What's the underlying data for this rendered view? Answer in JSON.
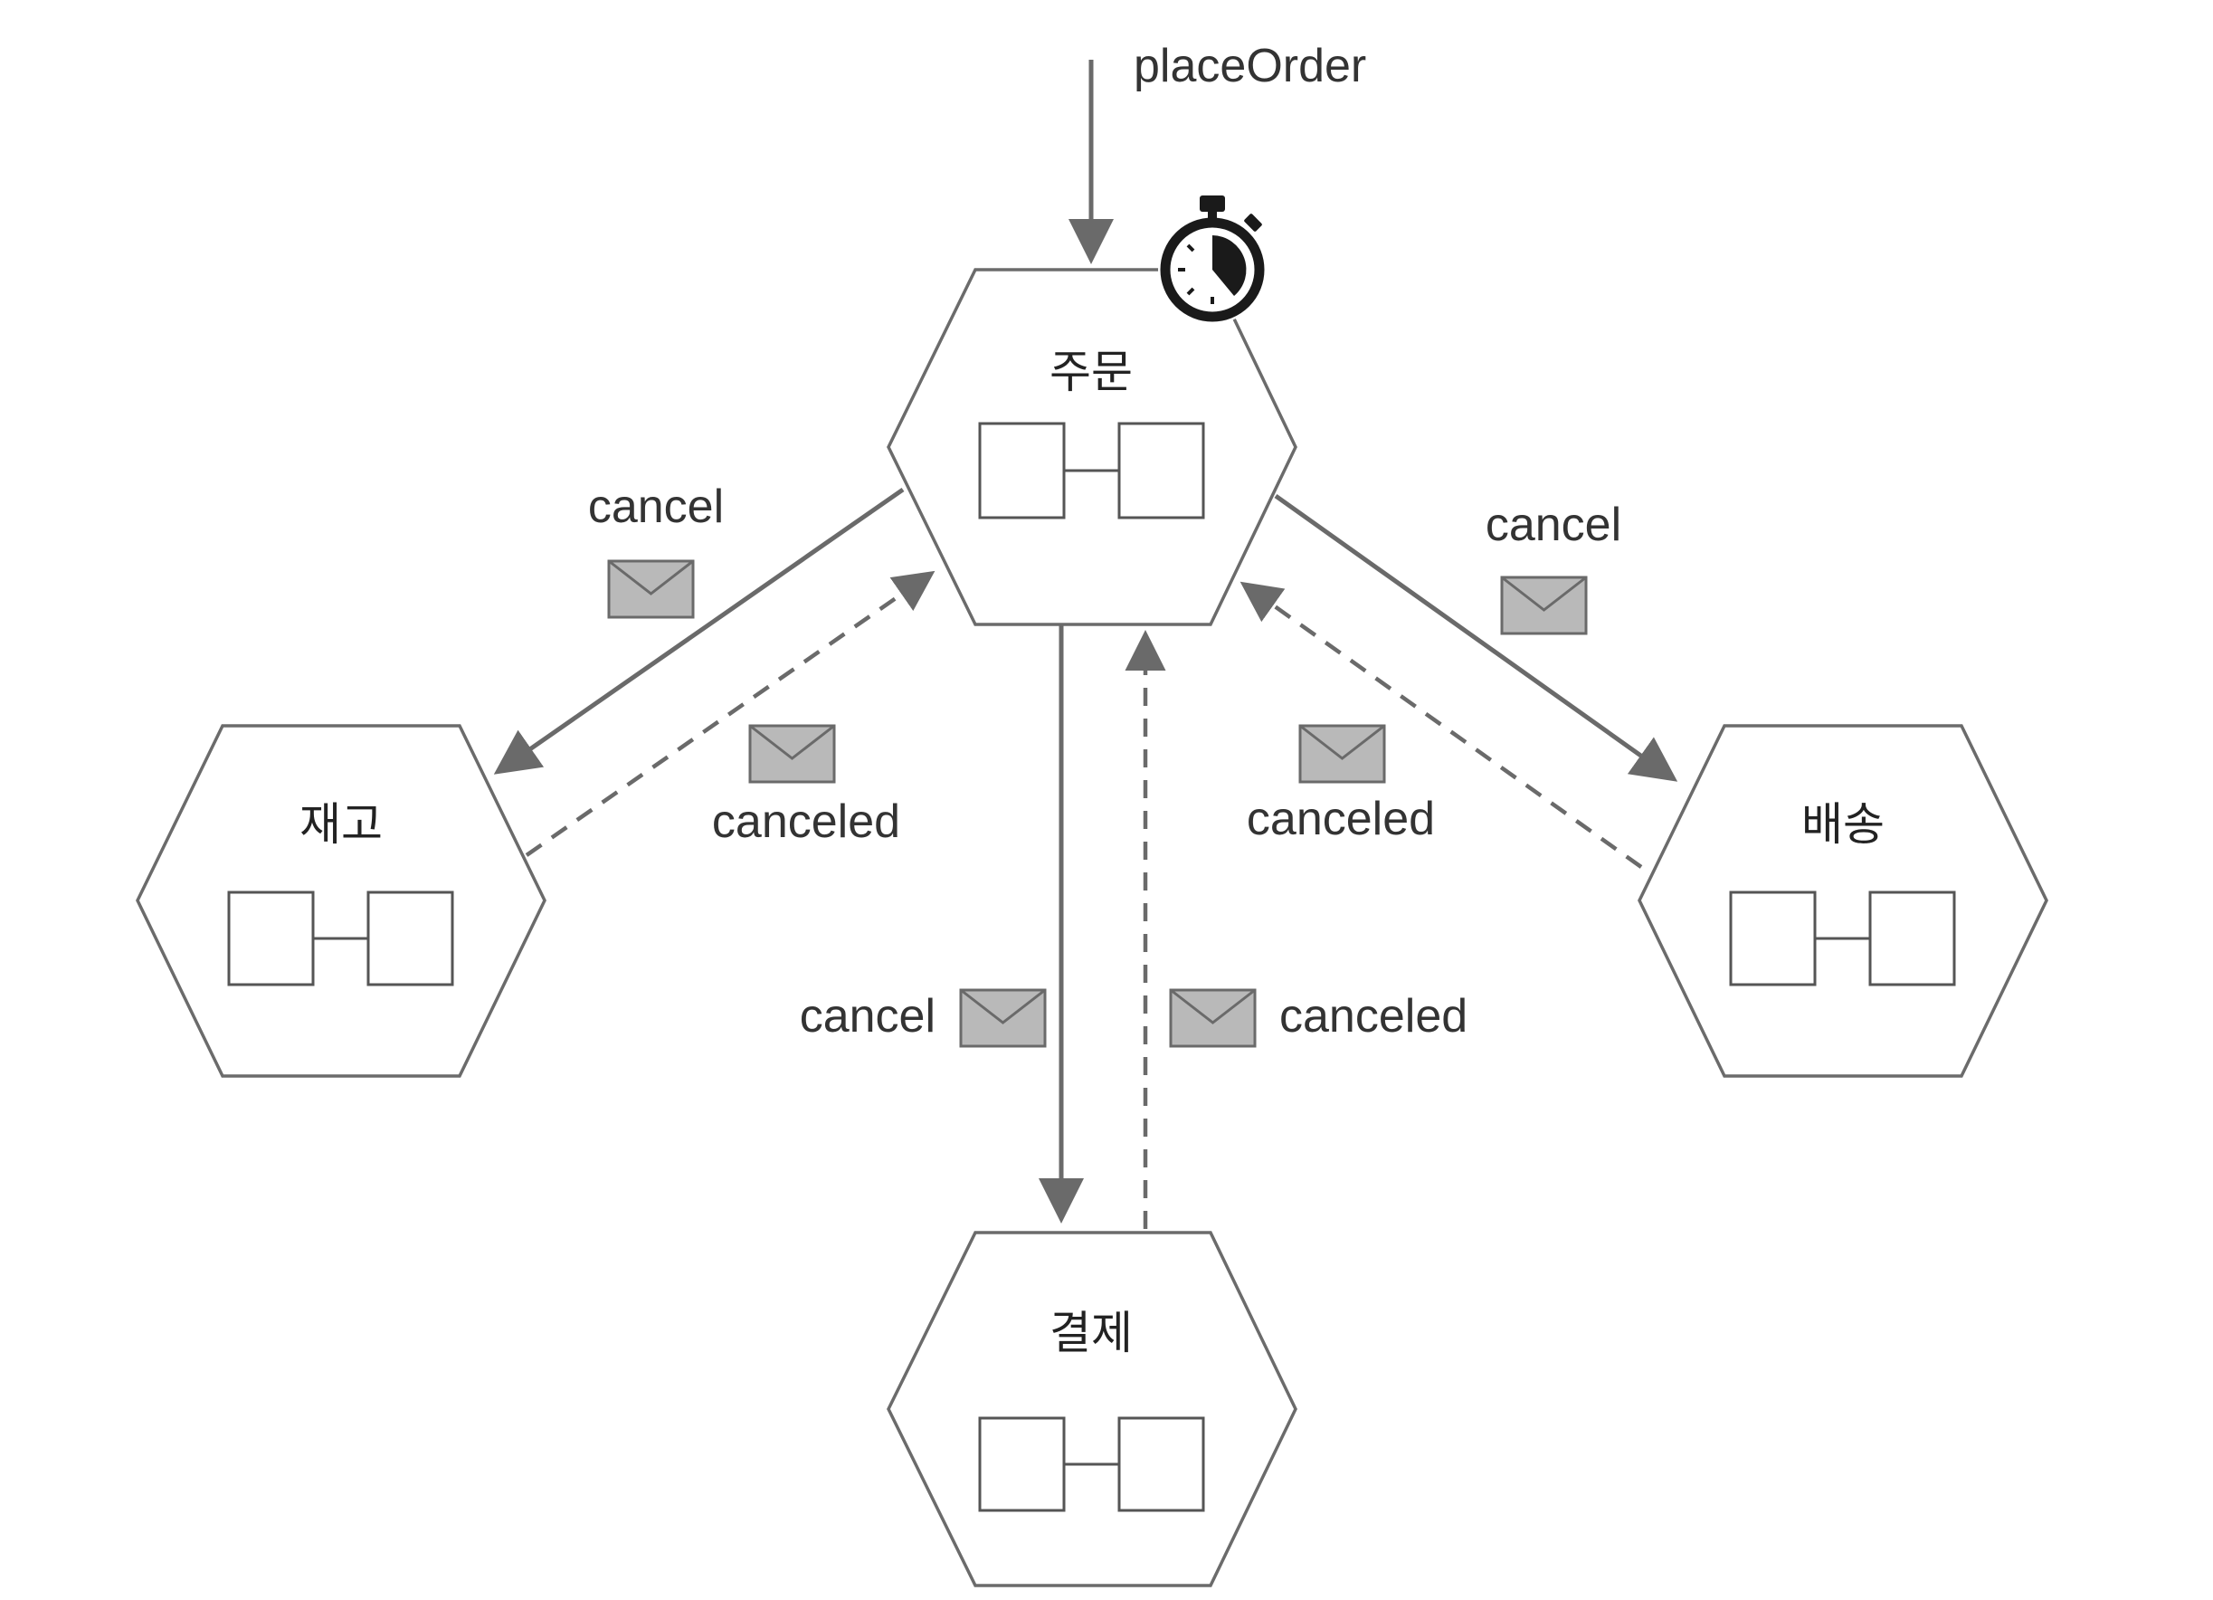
{
  "entry": {
    "label": "placeOrder"
  },
  "services": {
    "order": {
      "label": "주문"
    },
    "inventory": {
      "label": "재고"
    },
    "delivery": {
      "label": "배송"
    },
    "payment": {
      "label": "결제"
    }
  },
  "messages": {
    "order_to_inventory": "cancel",
    "inventory_to_order": "canceled",
    "order_to_delivery": "cancel",
    "delivery_to_order": "canceled",
    "order_to_payment": "cancel",
    "payment_to_order": "canceled"
  },
  "icons": {
    "timer": "stopwatch-icon",
    "message": "envelope-icon"
  },
  "colors": {
    "line": "#6a6a6a",
    "envelope_fill": "#b9b9b9",
    "timer_dark": "#1a1a1a"
  }
}
